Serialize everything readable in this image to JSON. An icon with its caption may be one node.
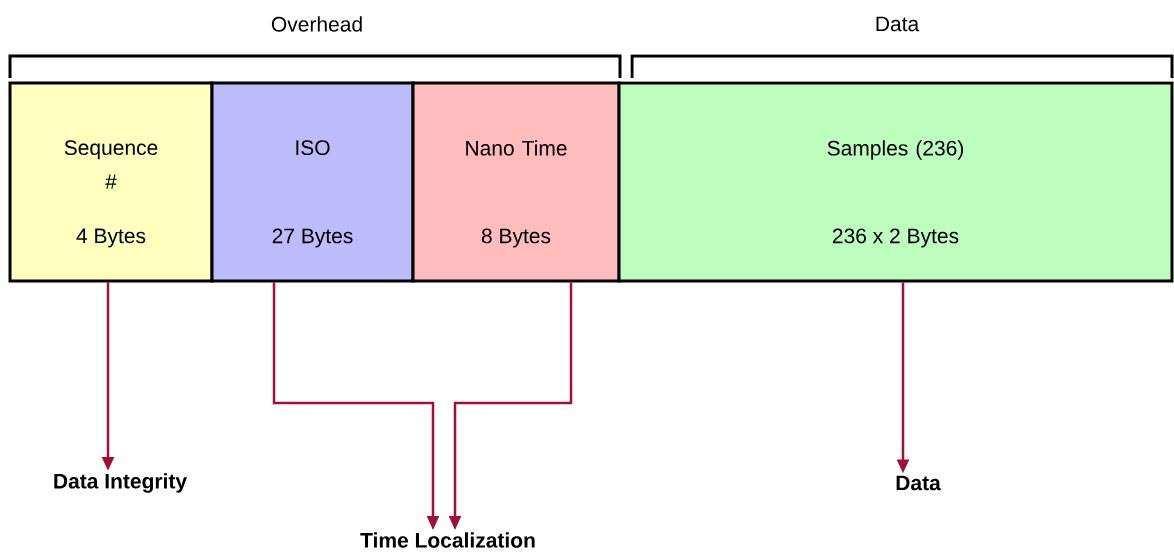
{
  "diagram": {
    "nodes": [
      {
        "text": [
          "Sequence #",
          "4 Bytes"
        ]
      },
      {
        "text": [
          "ISO",
          "27 Bytes"
        ]
      },
      {
        "text": [
          "Nano Time",
          "8 Bytes"
        ]
      },
      {
        "text": [
          "Samples (236)",
          "236 x 2 Bytes"
        ]
      },
      {
        "text": [
          "Data Integrity"
        ]
      },
      {
        "text": [
          "Time Localization"
        ]
      },
      {
        "text": [
          "Data"
        ]
      }
    ],
    "edges": [
      {
        "from": 0,
        "to": 4,
        "arrow": "to"
      },
      {
        "from": 1,
        "to": 5,
        "arrow": "to"
      },
      {
        "from": 2,
        "to": 5,
        "arrow": "to"
      },
      {
        "from": 3,
        "to": 6,
        "arrow": "to"
      }
    ],
    "labels": [
      "Overhead",
      "Data"
    ]
  }
}
